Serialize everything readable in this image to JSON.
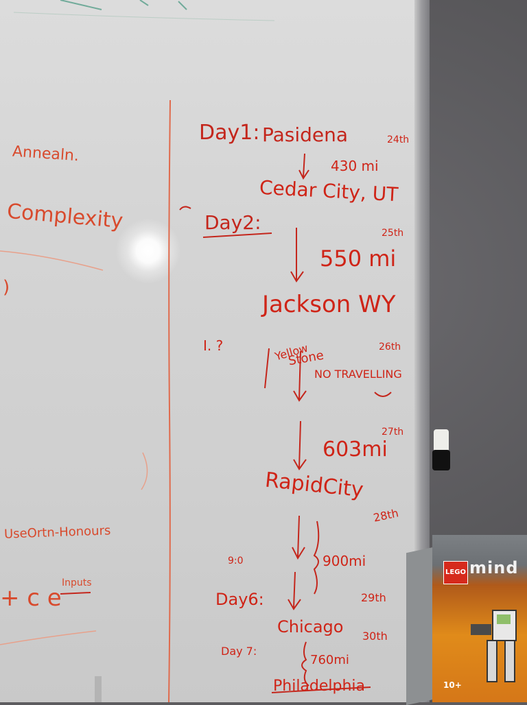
{
  "scene": {
    "description_tags": [
      "whiteboard",
      "road-trip-plan",
      "magnet",
      "lego-box"
    ],
    "ink_color": "#c4261c"
  },
  "left_notes": {
    "line1": "Annealn.",
    "line2": "Complexity",
    "line3": ")",
    "line4": "UseOrtn-Honours",
    "line5": "+ c e",
    "line5_sup": "Inputs"
  },
  "itinerary": {
    "day1_label": "Day1:",
    "day1_city": "Pasidena",
    "day1_date": "24th",
    "leg1_miles": "430 mi",
    "stop1": "Cedar City, UT",
    "day2_label": "Day2:",
    "day2_date": "25th",
    "leg2_miles": "550 mi",
    "stop2": "Jackson WY",
    "side_marks": "I. ?",
    "yellow_stone_1": "Yellow",
    "yellow_stone_2": "Stone",
    "day3_date": "26th",
    "no_travelling": "NO TRAVELLING",
    "smiley": "☺",
    "day4_date": "27th",
    "leg3_miles": "603mi",
    "stop3": "RapidCity",
    "day5_date": "28th",
    "leg4_miles": "900mi",
    "margin_note": "9:0",
    "day6_label": "Day6:",
    "day6_date": "29th",
    "stop4": "Chicago",
    "day7_date": "30th",
    "day7_label": "Day 7:",
    "leg5_miles": "760mi",
    "stop5": "Philadelphia"
  },
  "lego_box": {
    "logo": "LEGO",
    "brand": "mind",
    "age": "10+"
  }
}
